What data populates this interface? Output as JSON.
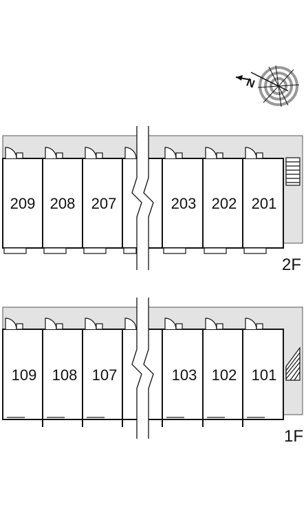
{
  "compass": {
    "icon": "north-arrow-compass-icon",
    "north_label": "N"
  },
  "floors": [
    {
      "id": "2F",
      "label": "2F",
      "units": [
        "209",
        "208",
        "207",
        "",
        "203",
        "202",
        "201"
      ],
      "has_balconies": true
    },
    {
      "id": "1F",
      "label": "1F",
      "units": [
        "109",
        "108",
        "107",
        "",
        "103",
        "102",
        "101"
      ],
      "has_balconies": false
    }
  ],
  "colors": {
    "corridor": "#e3e3e3",
    "wall": "#111111",
    "compass_ring": "#999999"
  }
}
